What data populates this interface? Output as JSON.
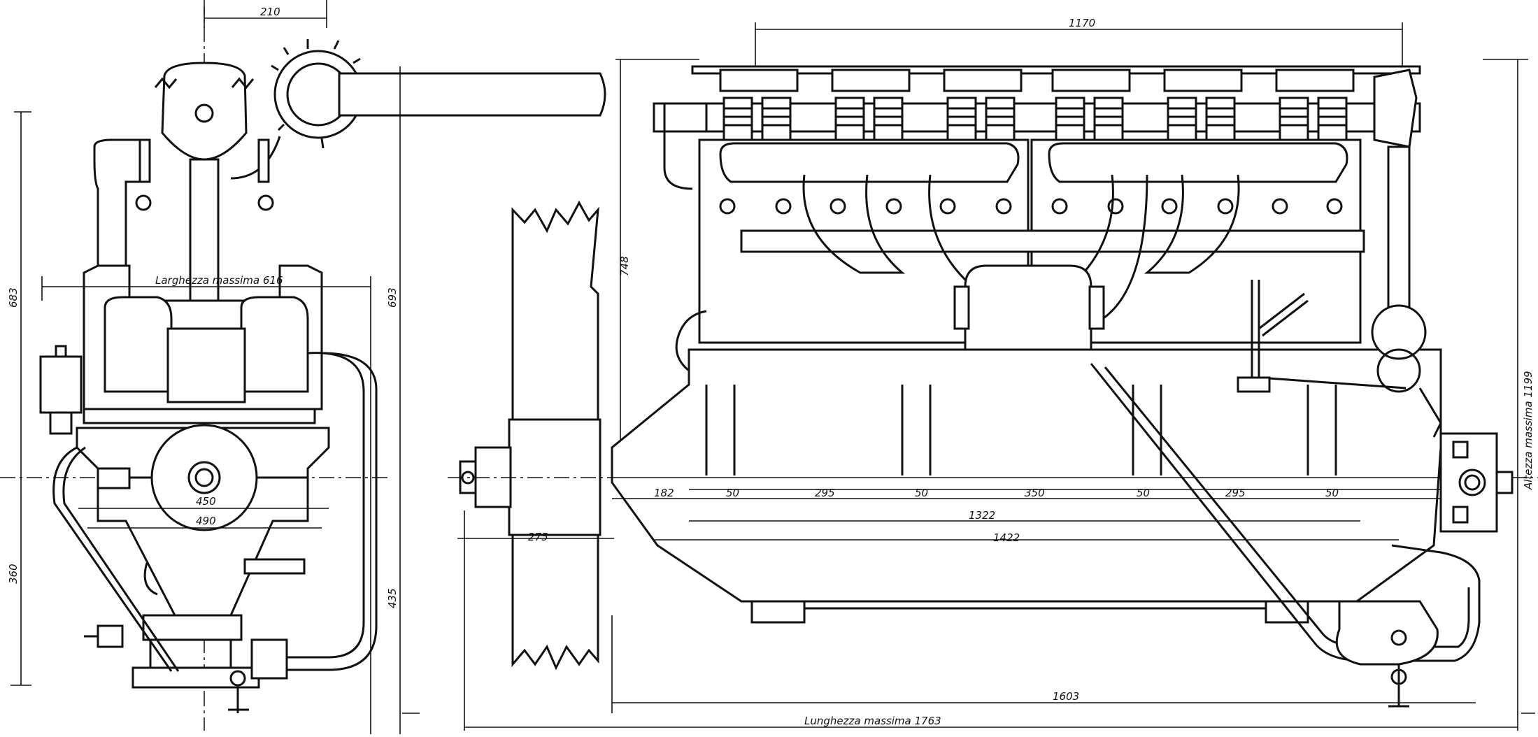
{
  "drawing": {
    "front_view": {
      "dims": {
        "top_width": "210",
        "max_width_label": "Larghezza massima 616",
        "left_height_upper": "683",
        "right_height_upper": "693",
        "left_height_lower": "360",
        "right_height_lower": "435",
        "gear_450": "450",
        "gear_490": "490"
      }
    },
    "propeller": {
      "dim_275": "275"
    },
    "side_view": {
      "dims": {
        "top_span": "1170",
        "height_left": "748",
        "max_height_label": "Altezza massima 1199",
        "seg_182": "182",
        "seg_50_a": "50",
        "seg_295_a": "295",
        "seg_50_b": "50",
        "seg_350": "350",
        "seg_50_c": "50",
        "seg_295_b": "295",
        "seg_50_d": "50",
        "span_1322": "1322",
        "span_1422": "1422",
        "span_1603": "1603",
        "max_length_label": "Lunghezza massima 1763"
      }
    }
  }
}
